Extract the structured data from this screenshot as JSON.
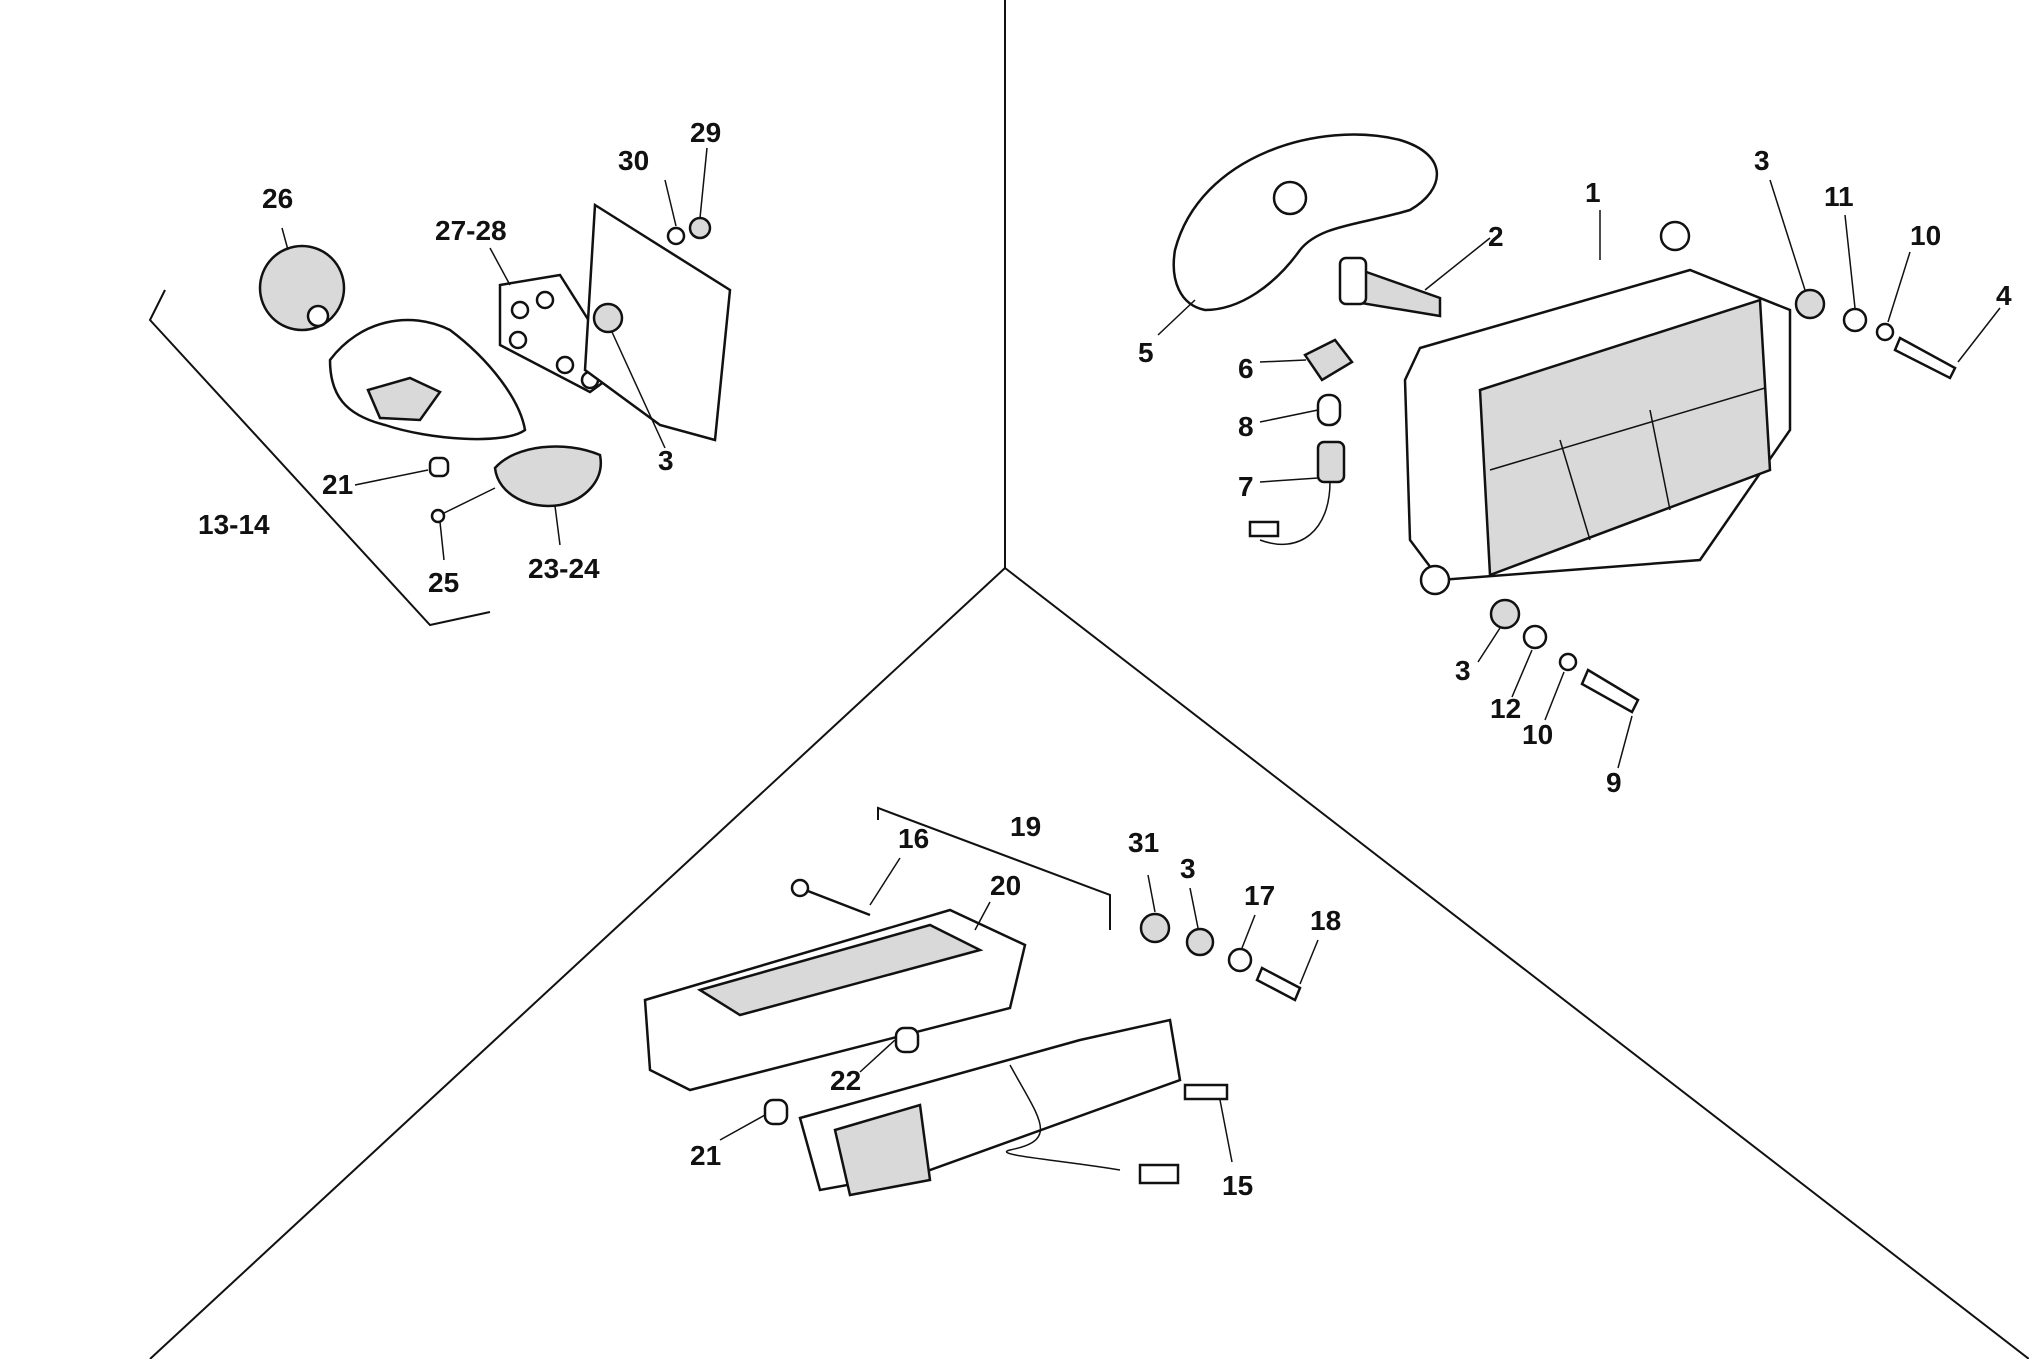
{
  "diagram": {
    "labels": {
      "l1": "1",
      "l2": "2",
      "l3a": "3",
      "l3b": "3",
      "l3c": "3",
      "l3d": "3",
      "l4": "4",
      "l5": "5",
      "l6": "6",
      "l7": "7",
      "l8": "8",
      "l9": "9",
      "l10a": "10",
      "l10b": "10",
      "l11": "11",
      "l12": "12",
      "l13_14": "13-14",
      "l15": "15",
      "l16": "16",
      "l17": "17",
      "l18": "18",
      "l19": "19",
      "l20": "20",
      "l21a": "21",
      "l21b": "21",
      "l22": "22",
      "l23_24": "23-24",
      "l25": "25",
      "l26": "26",
      "l27_28": "27-28",
      "l29": "29",
      "l30": "30",
      "l31": "31"
    },
    "icons": {
      "headlight": "headlight-assembly-icon",
      "turn_signal": "turn-signal-icon",
      "tail_light": "tail-light-icon"
    }
  }
}
